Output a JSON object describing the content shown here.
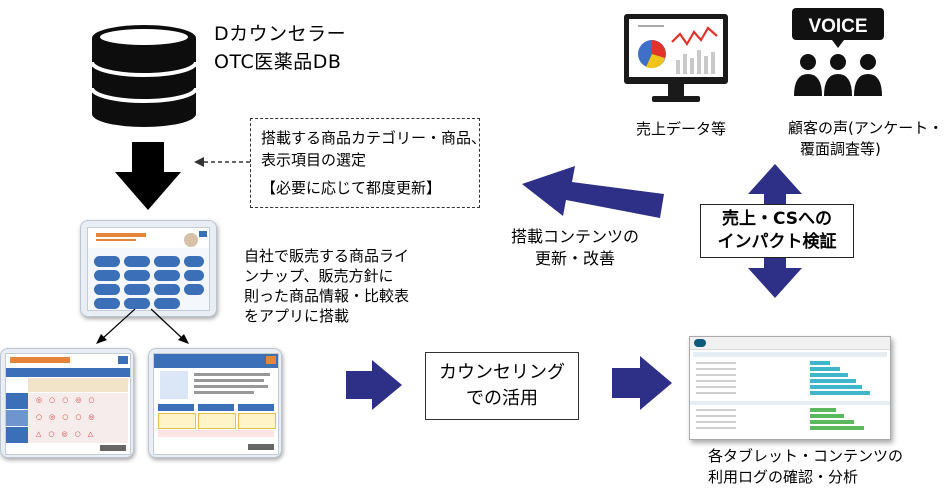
{
  "database": {
    "line1": "Dカウンセラー",
    "line2": "OTC医薬品DB"
  },
  "selection_box": {
    "line1": "搭載する商品カテゴリー・商品、",
    "line2": "表示項目の選定",
    "line3": "【必要に応じて都度更新】"
  },
  "app_note": {
    "line1": "自社で販売する商品ライ",
    "line2": "ンナップ、販売方針に",
    "line3": "則った商品情報・比較表",
    "line4": "をアプリに搭載"
  },
  "counseling_box": {
    "line1": "カウンセリング",
    "line2": "での活用"
  },
  "update_label": {
    "line1": "搭載コンテンツの",
    "line2": "更新・改善"
  },
  "impact_box": {
    "line1": "売上・CSへの",
    "line2": "インパクト検証"
  },
  "sales_label": "売上データ等",
  "voice": {
    "icon_text": "VOICE",
    "line1": "顧客の声(アンケート・",
    "line2": "覆面調査等)"
  },
  "log_label": {
    "line1": "各タブレット・コンテンツの",
    "line2": "利用ログの確認・分析"
  },
  "colors": {
    "arrow_navy": "#2e2f86",
    "tablet_blue": "#3b6fb8",
    "pie_red": "#e0342b",
    "pie_blue": "#3f6fc7",
    "pie_yellow": "#f0c419",
    "bar_teal": "#3fb6c9",
    "bar_green": "#5cb85c"
  }
}
